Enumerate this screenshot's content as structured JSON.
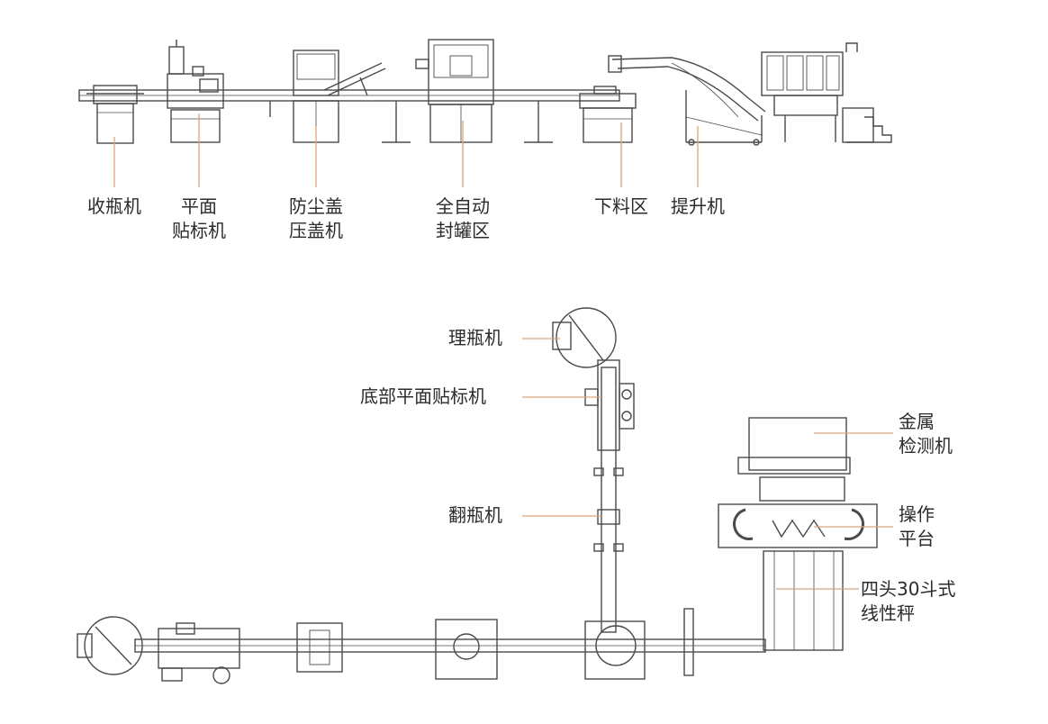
{
  "colors": {
    "leader": "#E8A070",
    "line": "#4a4a4a",
    "text": "#2b2b2b",
    "watermark": "#F2C9A6"
  },
  "top_row": {
    "labels": [
      {
        "id": "bottle-collector",
        "lines": [
          "收瓶机"
        ]
      },
      {
        "id": "flat-labeler",
        "lines": [
          "平面",
          "贴标机"
        ]
      },
      {
        "id": "dust-cap-press",
        "lines": [
          "防尘盖",
          "压盖机"
        ]
      },
      {
        "id": "auto-seamer",
        "lines": [
          "全自动",
          "封罐区"
        ]
      },
      {
        "id": "discharge-zone",
        "lines": [
          "下料区"
        ]
      },
      {
        "id": "elevator",
        "lines": [
          "提升机"
        ]
      }
    ]
  },
  "bottom_row": {
    "labels": [
      {
        "id": "bottle-unscrambler",
        "lines": [
          "理瓶机"
        ]
      },
      {
        "id": "bottom-labeler",
        "lines": [
          "底部平面贴标机"
        ]
      },
      {
        "id": "bottle-turner",
        "lines": [
          "翻瓶机"
        ]
      },
      {
        "id": "metal-detector",
        "lines": [
          "金属",
          "检测机"
        ]
      },
      {
        "id": "operating-platform",
        "lines": [
          "操作",
          "平台"
        ]
      },
      {
        "id": "weigher",
        "lines": [
          "四头30斗式",
          "线性秤"
        ]
      }
    ]
  }
}
